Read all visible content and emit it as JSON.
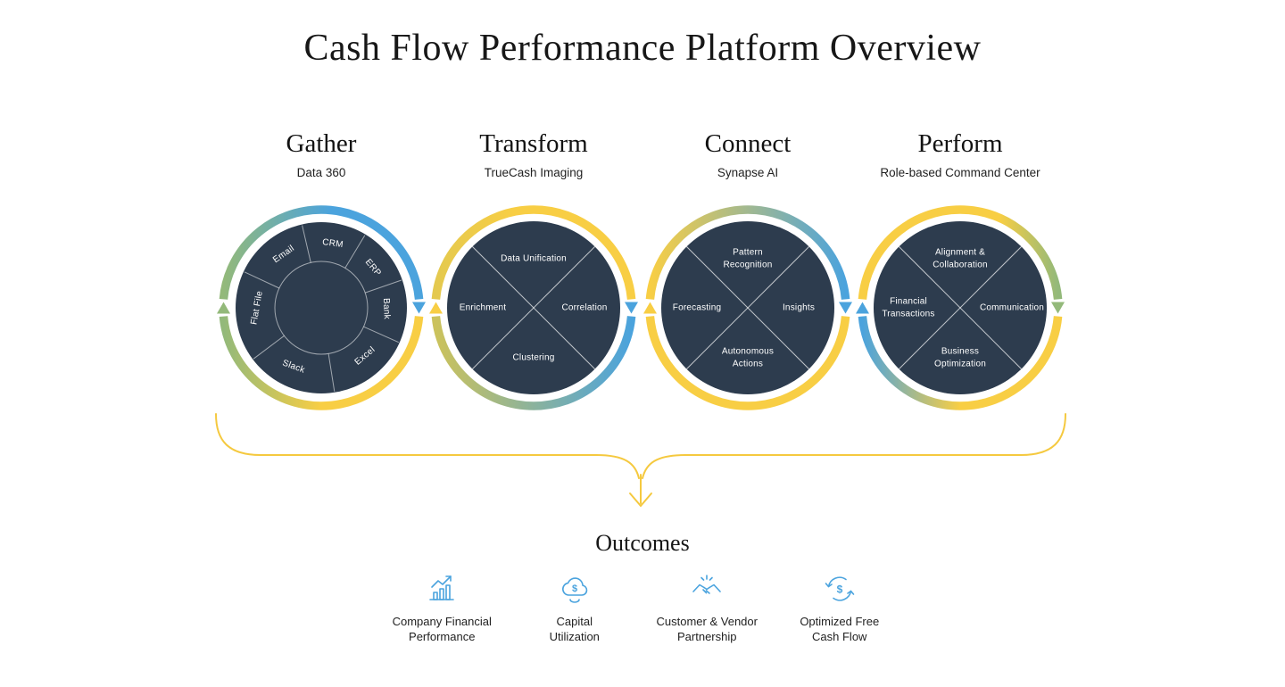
{
  "page": {
    "title": "Cash Flow Performance Platform Overview"
  },
  "stages": [
    {
      "name": "Gather",
      "subtitle": "Data 360",
      "sources": [
        "CRM",
        "ERP",
        "Bank",
        "Excel",
        "Slack",
        "Flat File",
        "Email"
      ]
    },
    {
      "name": "Transform",
      "subtitle": "TrueCash Imaging",
      "quadrants": {
        "top": "Data Unification",
        "right": "Correlation",
        "bottom": "Clustering",
        "left": "Enrichment"
      }
    },
    {
      "name": "Connect",
      "subtitle": "Synapse AI",
      "quadrants": {
        "top": "Pattern Recognition",
        "right": "Insights",
        "bottom": "Autonomous Actions",
        "left": "Forecasting"
      }
    },
    {
      "name": "Perform",
      "subtitle": "Role-based Command Center",
      "quadrants": {
        "top": "Alignment & Collaboration",
        "right": "Communication",
        "bottom": "Business Optimization",
        "left": "Financial Transactions"
      }
    }
  ],
  "outcomes": {
    "title": "Outcomes",
    "items": [
      {
        "label": "Company Financial Performance",
        "icon": "bar-chart-growth-icon"
      },
      {
        "label": "Capital Utilization",
        "icon": "dollar-cloud-icon"
      },
      {
        "label": "Customer & Vendor Partnership",
        "icon": "handshake-icon"
      },
      {
        "label": "Optimized Free Cash Flow",
        "icon": "dollar-cycle-icon"
      }
    ]
  },
  "colors": {
    "ring_blue": "#4BA3DD",
    "ring_yellow": "#F8CE44",
    "ring_green": "#93B97A",
    "disc_navy": "#2D3C4E",
    "icon_blue": "#4AA3DE",
    "bracket_yellow": "#F5C93F"
  }
}
